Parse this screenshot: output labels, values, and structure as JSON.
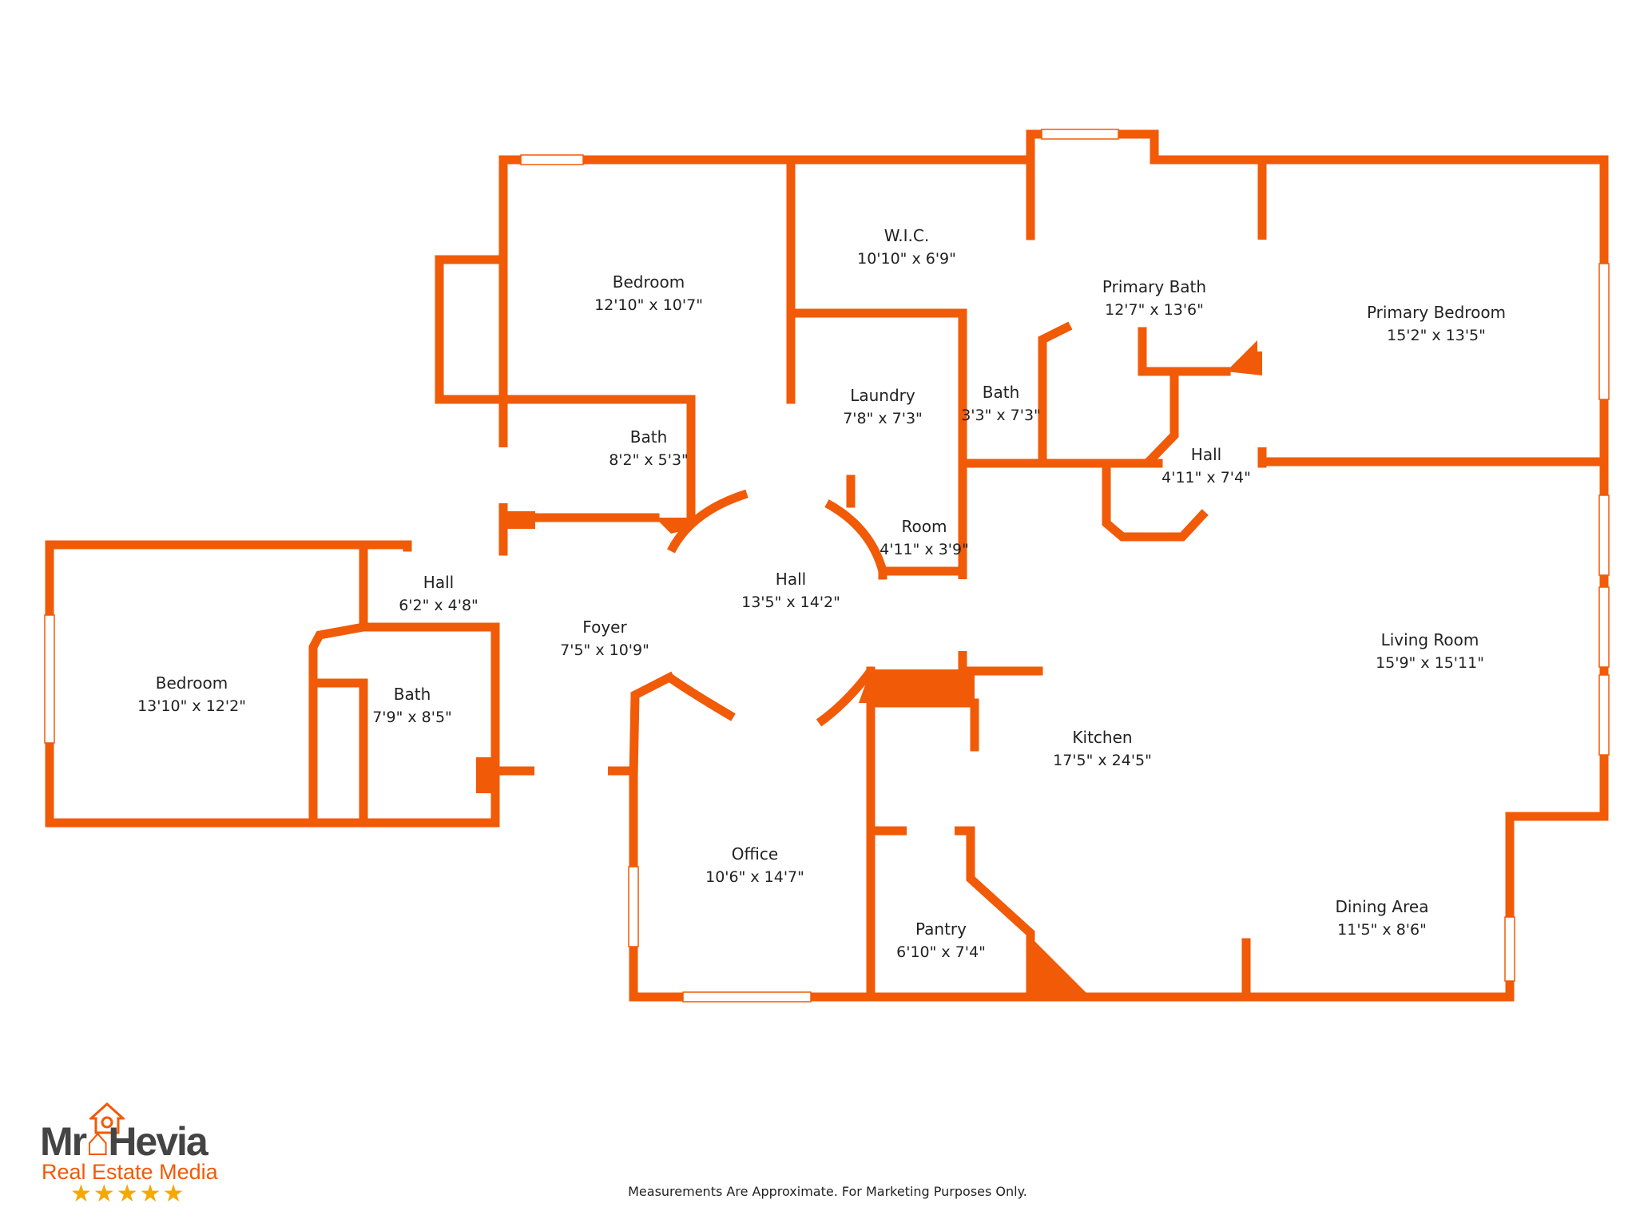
{
  "colors": {
    "wall": "#f15a07",
    "background": "#ffffff",
    "text": "#222222",
    "star": "#f5a800"
  },
  "rooms": [
    {
      "id": "bedroom-upper",
      "name": "Bedroom",
      "dims": "12'10\" x 10'7\""
    },
    {
      "id": "wic",
      "name": "W.I.C.",
      "dims": "10'10\" x 6'9\""
    },
    {
      "id": "primary-bath",
      "name": "Primary Bath",
      "dims": "12'7\" x 13'6\""
    },
    {
      "id": "primary-bedroom",
      "name": "Primary Bedroom",
      "dims": "15'2\" x 13'5\""
    },
    {
      "id": "laundry",
      "name": "Laundry",
      "dims": "7'8\" x 7'3\""
    },
    {
      "id": "bath-small",
      "name": "Bath",
      "dims": "3'3\" x 7'3\""
    },
    {
      "id": "bath-upper",
      "name": "Bath",
      "dims": "8'2\" x 5'3\""
    },
    {
      "id": "hall-right",
      "name": "Hall",
      "dims": "4'11\" x 7'4\""
    },
    {
      "id": "room",
      "name": "Room",
      "dims": "4'11\" x 3'9\""
    },
    {
      "id": "hall-left",
      "name": "Hall",
      "dims": "6'2\" x 4'8\""
    },
    {
      "id": "hall-center",
      "name": "Hall",
      "dims": "13'5\" x 14'2\""
    },
    {
      "id": "foyer",
      "name": "Foyer",
      "dims": "7'5\" x 10'9\""
    },
    {
      "id": "living-room",
      "name": "Living Room",
      "dims": "15'9\" x 15'11\""
    },
    {
      "id": "bedroom-left",
      "name": "Bedroom",
      "dims": "13'10\" x 12'2\""
    },
    {
      "id": "bath-left",
      "name": "Bath",
      "dims": "7'9\" x 8'5\""
    },
    {
      "id": "kitchen",
      "name": "Kitchen",
      "dims": "17'5\" x 24'5\""
    },
    {
      "id": "office",
      "name": "Office",
      "dims": "10'6\" x 14'7\""
    },
    {
      "id": "pantry",
      "name": "Pantry",
      "dims": "6'10\" x 7'4\""
    },
    {
      "id": "dining-area",
      "name": "Dining Area",
      "dims": "11'5\" x 8'6\""
    }
  ],
  "footer": {
    "disclaimer": "Measurements Are Approximate. For Marketing Purposes Only."
  },
  "logo": {
    "name_part1": "Mr",
    "name_part2": "Hevia",
    "tagline": "Real Estate Media",
    "stars": "★★★★★",
    "icon": "house-camera-icon"
  }
}
